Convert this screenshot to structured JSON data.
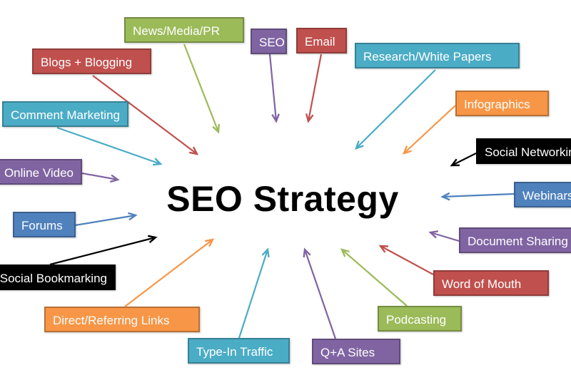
{
  "title": "SEO Strategy",
  "colors": {
    "green": "#9bbb59",
    "red": "#c0504d",
    "purple": "#8064a2",
    "teal": "#4bacc6",
    "orange": "#f79646",
    "blue": "#4f81bd",
    "black": "#000000"
  },
  "nodes": [
    {
      "label": "News/Media/PR",
      "color": "green"
    },
    {
      "label": "Blogs + Blogging",
      "color": "red"
    },
    {
      "label": "SEO",
      "color": "purple"
    },
    {
      "label": "Email",
      "color": "red"
    },
    {
      "label": "Research/White Papers",
      "color": "teal"
    },
    {
      "label": "Infographics",
      "color": "orange"
    },
    {
      "label": "Social Networking",
      "color": "black"
    },
    {
      "label": "Comment Marketing",
      "color": "teal"
    },
    {
      "label": "Online Video",
      "color": "purple"
    },
    {
      "label": "Webinars",
      "color": "blue"
    },
    {
      "label": "Forums",
      "color": "blue"
    },
    {
      "label": "Document Sharing",
      "color": "purple"
    },
    {
      "label": "Social Bookmarking",
      "color": "black"
    },
    {
      "label": "Word of Mouth",
      "color": "red"
    },
    {
      "label": "Direct/Referring Links",
      "color": "orange"
    },
    {
      "label": "Podcasting",
      "color": "green"
    },
    {
      "label": "Type-In Traffic",
      "color": "teal"
    },
    {
      "label": "Q+A Sites",
      "color": "purple"
    }
  ]
}
